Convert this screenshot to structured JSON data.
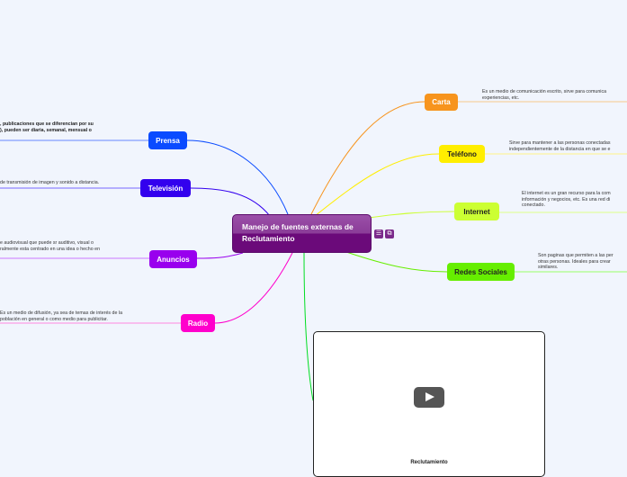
{
  "central": {
    "title": "Manejo de fuentes externas de Reclutamiento"
  },
  "icons": [
    "notes-icon",
    "expand-icon"
  ],
  "branches": [
    {
      "label": "Carta",
      "color": "#f7941d",
      "text": [
        "Es un medio de comunicación escrito, sirve para comunica",
        "experiencias, etc."
      ]
    },
    {
      "label": "Teléfono",
      "color": "#ffee00",
      "text": [
        "Sirve para mantener a las personas conectadas",
        "independientemente de la distancia en que se e"
      ]
    },
    {
      "label": "Internet",
      "color": "#ccff33",
      "text": [
        "El internet es un gran recurso para la com",
        "información y negocios, etc. Es una red di",
        "conectado."
      ]
    },
    {
      "label": "Redes Sociales",
      "color": "#66ee00",
      "text": [
        "Son paginas que permiten a las per",
        "otras personas. Ideales para crear",
        "similares."
      ]
    },
    {
      "label": "Prensa",
      "color": "#0a4bff",
      "text": [
        ", publicaciones que se diferencian por su",
        "), pueden ser diaria, semanal, mensual o"
      ]
    },
    {
      "label": "Televisión",
      "color": "#3300ee",
      "text": [
        "de transmisión de imagen y sonido a distancia."
      ]
    },
    {
      "label": "Anuncios",
      "color": "#9900ee",
      "text": [
        "e audiovisual que puede sr auditivo, visual o",
        "ralmente esta centrado en una idea o hecho en"
      ]
    },
    {
      "label": "Radio",
      "color": "#ff00cc",
      "text": [
        "Es un medio de difusión, ya sea de temas de interés de la",
        "población en general o como medio para publicitar."
      ]
    }
  ],
  "video": {
    "caption": "Reclutamiento"
  }
}
